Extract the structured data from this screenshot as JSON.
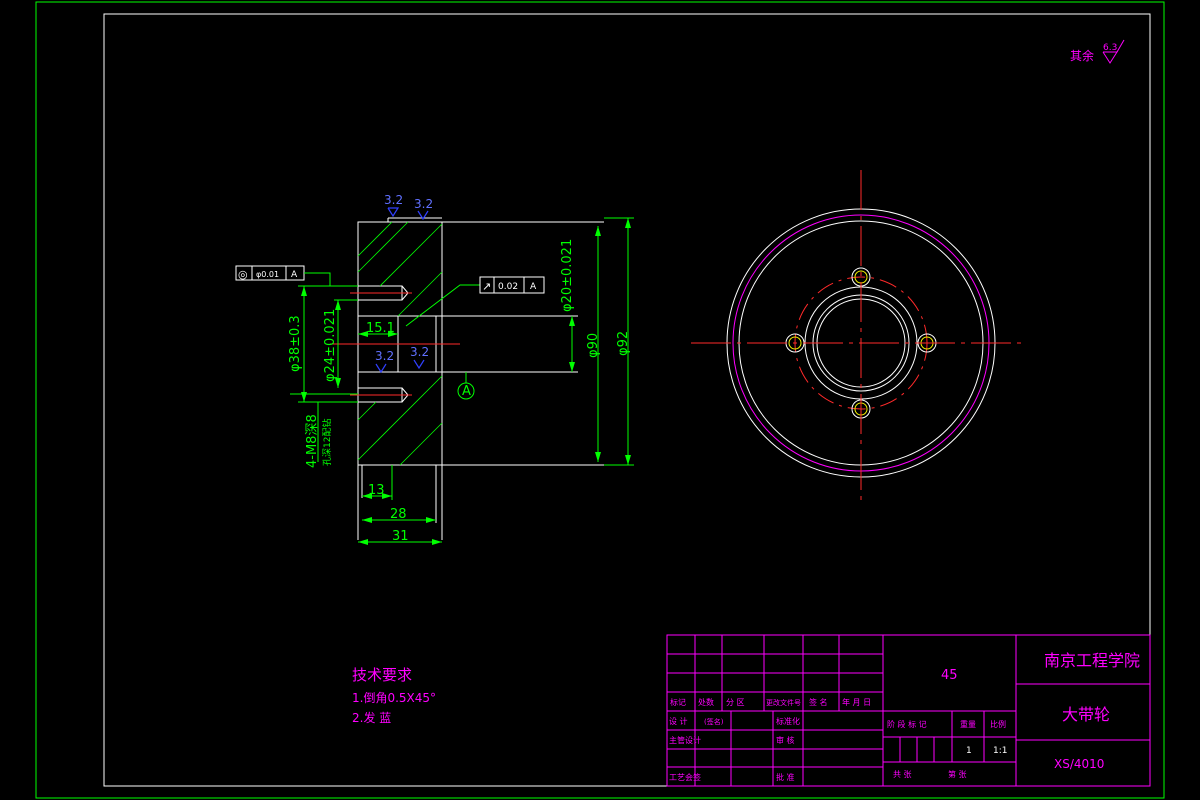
{
  "drawing": {
    "roughness_note": {
      "label": "其余",
      "value": "6.3"
    },
    "surface_marks": [
      "3.2",
      "3.2",
      "3.2",
      "3.2"
    ],
    "tolerances": {
      "concentricity": {
        "symbol": "◎",
        "value": "φ0.01",
        "datum": "A"
      },
      "runout": {
        "symbol": "↗",
        "value": "0.02",
        "datum": "A"
      }
    },
    "dimensions": {
      "d38": "φ38±0.3",
      "d24": "φ24±0.021",
      "d20": "φ20±0.021",
      "d90": "φ90",
      "d92": "φ92",
      "w15": "15.1",
      "w13": "13",
      "w28": "28",
      "w31": "31",
      "thread": "4-M8深8",
      "thread_sub": "孔深12配钻"
    },
    "datum_label": "A"
  },
  "tech_requirements": {
    "title": "技术要求",
    "items": [
      "1.倒角0.5X45°",
      "2.发 蓝"
    ]
  },
  "title_block": {
    "material": "45",
    "school": "南京工程学院",
    "part_name": "大带轮",
    "drawing_number": "XS/4010",
    "rev_headers": [
      "标记",
      "处数",
      "分 区",
      "更改文件号",
      "签 名",
      "年 月 日"
    ],
    "rows": [
      {
        "role": "设 计",
        "who": "(签名)",
        "std": "标准化"
      },
      {
        "role": "主管设计",
        "who": "",
        "std": "审 核"
      },
      {
        "role": "工艺会签",
        "who": "",
        "std": "批 准"
      }
    ],
    "stage_headers": [
      "阶 段 标 记",
      "重量",
      "比例"
    ],
    "quantity": "1",
    "scale": "1:1",
    "sheets_total": "共 张",
    "sheet_no": "第 张"
  },
  "colors": {
    "frame": "#00ff00",
    "outline": "#ffffff",
    "center": "#ff2a2a",
    "text": "#ff00ff"
  }
}
